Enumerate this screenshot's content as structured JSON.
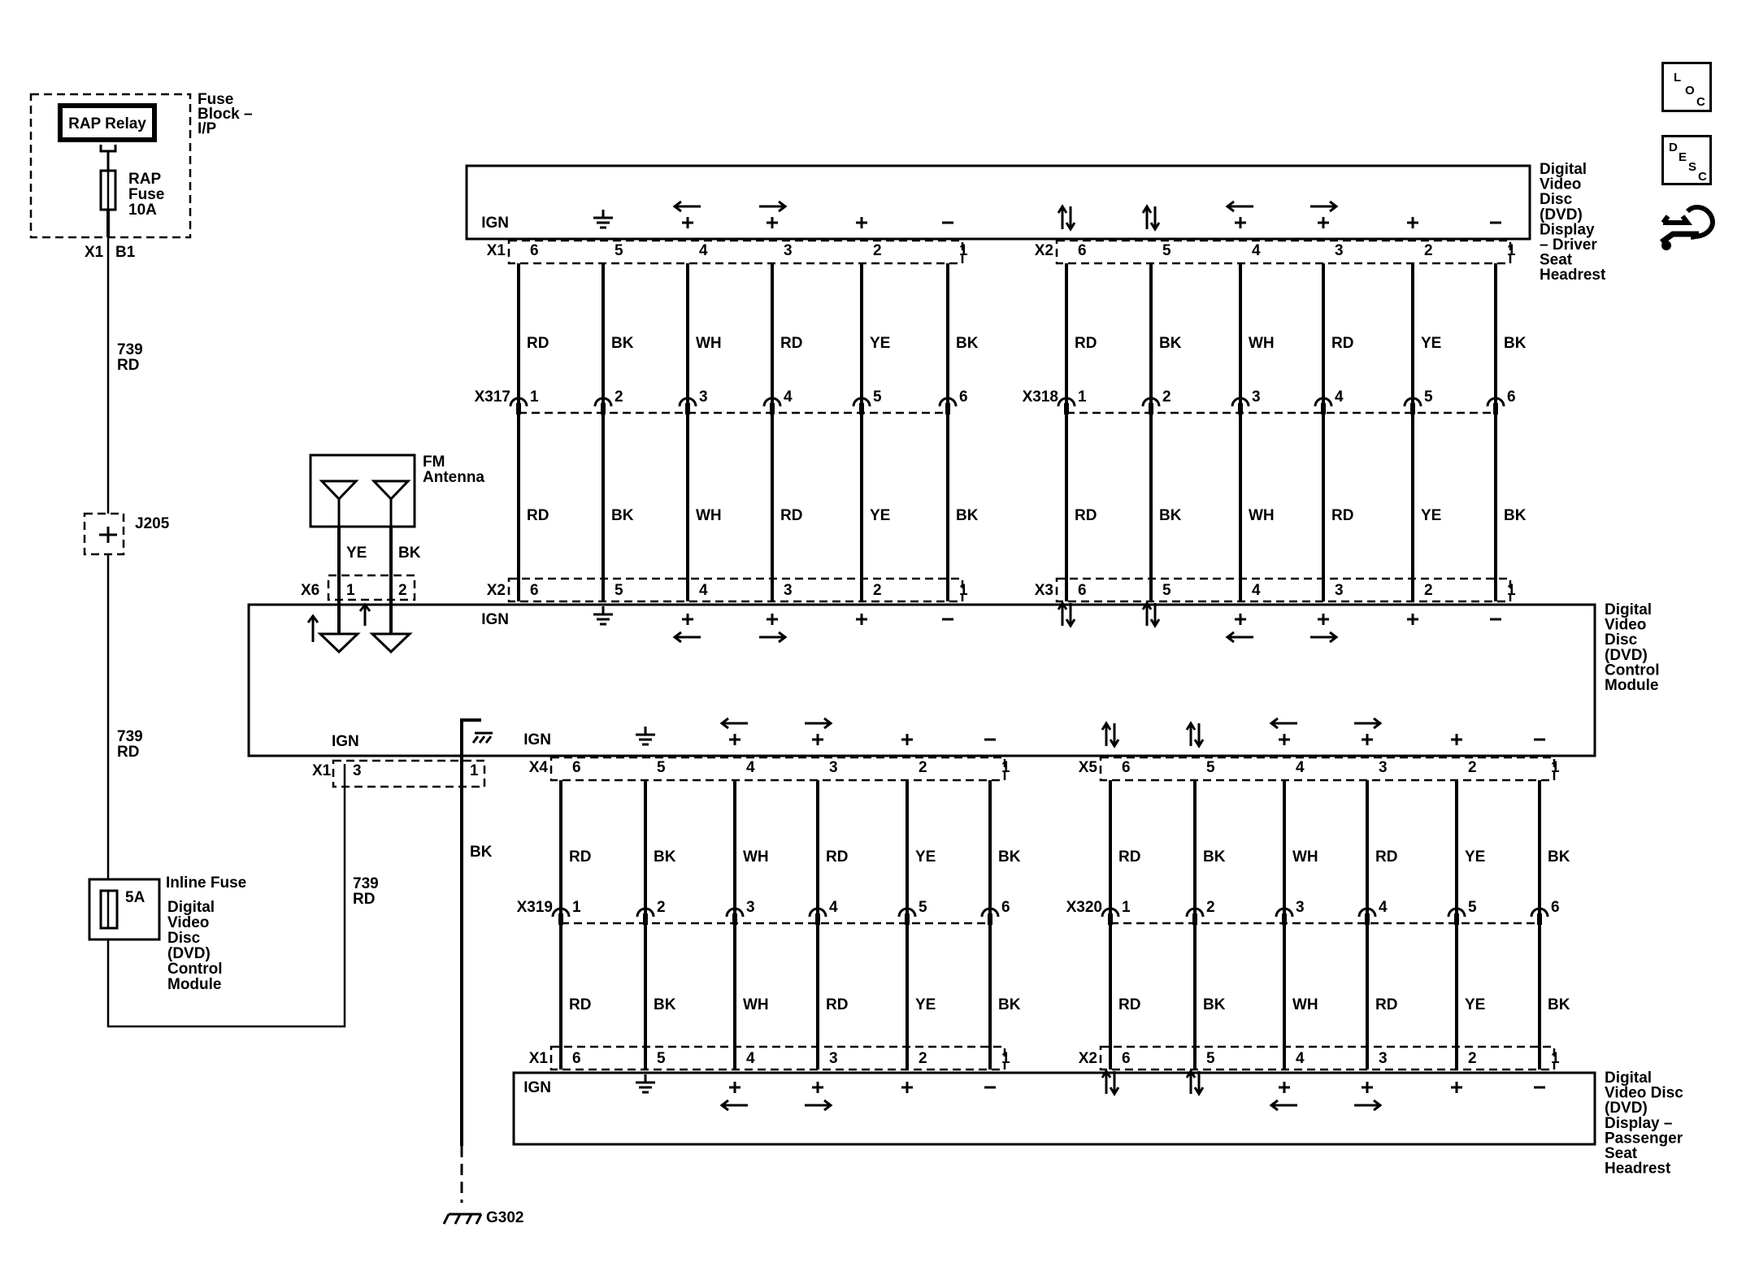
{
  "nav": {
    "loc": [
      "L",
      "O",
      "C"
    ],
    "desc": [
      "D",
      "E",
      "S",
      "C"
    ]
  },
  "fuse_block": {
    "label": [
      "Fuse",
      "Block –",
      "I/P"
    ],
    "relay": "RAP Relay",
    "fuse_label": [
      "RAP",
      "Fuse",
      "10A"
    ],
    "conn": "X1",
    "pin": "B1"
  },
  "wire_739_top": [
    "739",
    "RD"
  ],
  "wire_739_mid": [
    "739",
    "RD"
  ],
  "wire_739_right": [
    "739",
    "RD"
  ],
  "splice": "J205",
  "inline_fuse": {
    "title": "Inline Fuse",
    "rating": "5A",
    "desc": [
      "Digital",
      "Video",
      "Disc",
      "(DVD)",
      "Control",
      "Module"
    ]
  },
  "fm_antenna": {
    "label": [
      "FM",
      "Antenna"
    ],
    "wires": [
      "YE",
      "BK"
    ],
    "conn": "X6",
    "pins": [
      "1",
      "2"
    ]
  },
  "driver_display": {
    "label": [
      "Digital",
      "Video",
      "Disc",
      "(DVD)",
      "Display",
      "– Driver",
      "Seat",
      "Headrest"
    ],
    "conn_left": "X1",
    "conn_right": "X2"
  },
  "control_module": {
    "label": [
      "Digital",
      "Video",
      "Disc",
      "(DVD)",
      "Control",
      "Module"
    ],
    "conn_top_left": "X2",
    "conn_top_right": "X3",
    "conn_bot_left": "X4",
    "conn_bot_right": "X5",
    "conn_pwr": "X1",
    "pwr_pins": [
      "3",
      "1"
    ],
    "ign": "IGN"
  },
  "passenger_display": {
    "label": [
      "Digital",
      "Video Disc",
      "(DVD)",
      "Display –",
      "Passenger",
      "Seat",
      "Headrest"
    ],
    "conn_left": "X1",
    "conn_right": "X2"
  },
  "inline_connectors": {
    "upper_left": "X317",
    "upper_right": "X318",
    "lower_left": "X319",
    "lower_right": "X320"
  },
  "pin_labels_desc": [
    "6",
    "5",
    "4",
    "3",
    "2",
    "1"
  ],
  "pin_labels_asc": [
    "1",
    "2",
    "3",
    "4",
    "5",
    "6"
  ],
  "wire_colors": [
    "RD",
    "BK",
    "WH",
    "RD",
    "YE",
    "BK"
  ],
  "terminal_symbols": [
    "IGN",
    "",
    "+",
    "+",
    "+",
    "–"
  ],
  "ground_wire": "BK",
  "ground": "G302"
}
